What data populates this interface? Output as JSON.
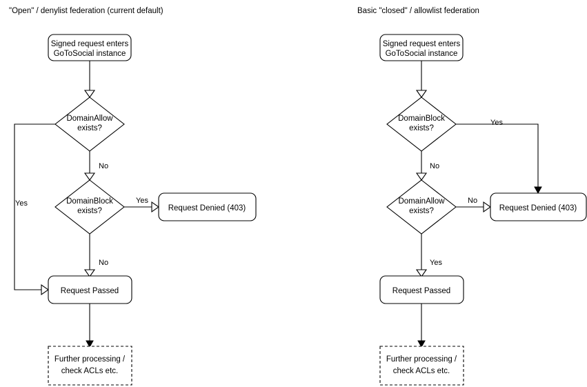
{
  "diagram": {
    "title_left": "\"Open\" / denylist federation (current default)",
    "title_right": "Basic \"closed\" / allowlist federation",
    "columns": [
      {
        "id": "open-denylist",
        "title": "\"Open\" / denylist federation (current default)",
        "nodes": {
          "entry_line1": "Signed request enters",
          "entry_line2": "GoToSocial instance",
          "decision1_line1": "DomainAllow",
          "decision1_line2": "exists?",
          "decision2_line1": "DomainBlock",
          "decision2_line2": "exists?",
          "denied": "Request Denied (403)",
          "passed": "Request Passed",
          "further_line1": "Further processing /",
          "further_line2": "check ACLs etc."
        },
        "edge_labels": {
          "allow_yes": "Yes",
          "allow_no": "No",
          "block_yes": "Yes",
          "block_no": "No"
        }
      },
      {
        "id": "closed-allowlist",
        "title": "Basic \"closed\" / allowlist federation",
        "nodes": {
          "entry_line1": "Signed request enters",
          "entry_line2": "GoToSocial instance",
          "decision1_line1": "DomainBlock",
          "decision1_line2": "exists?",
          "decision2_line1": "DomainAllow",
          "decision2_line2": "exists?",
          "denied": "Request Denied (403)",
          "passed": "Request Passed",
          "further_line1": "Further processing /",
          "further_line2": "check ACLs etc."
        },
        "edge_labels": {
          "block_yes": "Yes",
          "block_no": "No",
          "allow_no": "No",
          "allow_yes": "Yes"
        }
      }
    ],
    "colors": {
      "stroke": "#000000",
      "fill": "#ffffff",
      "text": "#000000",
      "background": "#ffffff"
    }
  }
}
